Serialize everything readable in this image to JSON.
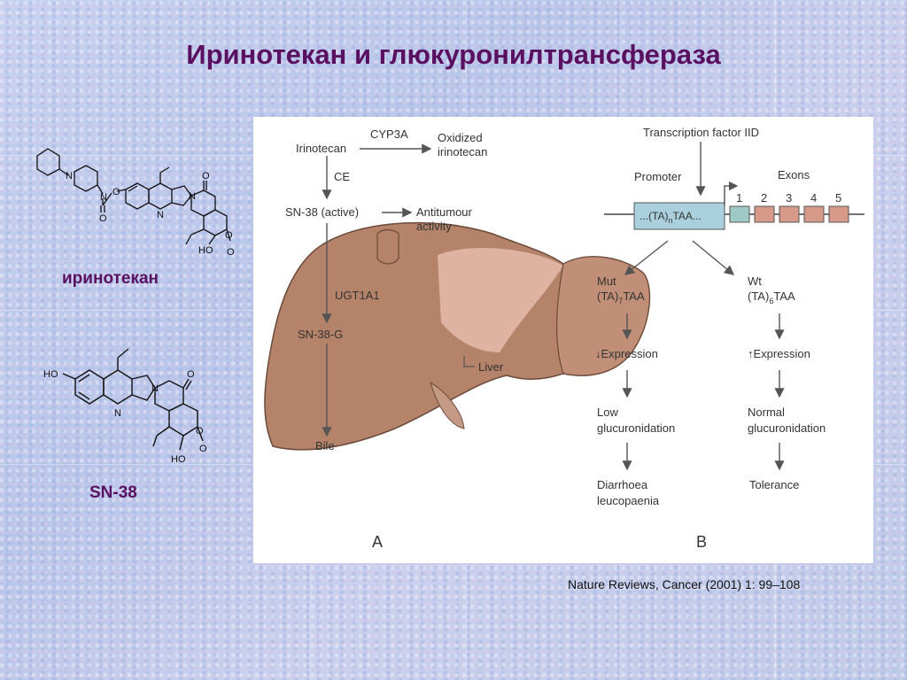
{
  "slide": {
    "title": "Иринотекан и глюкуронилтрансфераза",
    "credit": "Nature Reviews, Cancer (2001) 1: 99–108"
  },
  "molecules": {
    "irinotecan": {
      "label": "иринотекан",
      "atoms": {
        "n1": "N",
        "n2": "N",
        "o_ester": "O",
        "o_carbonyl": "O",
        "n_ring": "N",
        "n_lactam": "N",
        "o_lactam": "O",
        "o_ring": "O",
        "o_lactone": "O",
        "ho": "HO"
      }
    },
    "sn38": {
      "label": "SN-38",
      "atoms": {
        "ho_phenol": "HO",
        "n_ring": "N",
        "n_lactam": "N",
        "o_lactam": "O",
        "o_ring": "O",
        "o_lactone": "O",
        "ho": "HO"
      }
    }
  },
  "panel_a": {
    "letter": "A",
    "irinotecan": "Irinotecan",
    "cyp3a": "CYP3A",
    "oxidized": [
      "Oxidized",
      "irinotecan"
    ],
    "ce": "CE",
    "sn38": "SN-38 (active)",
    "antitumour": [
      "Antitumour",
      "activity"
    ],
    "ugt1a1": "UGT1A1",
    "sn38g": "SN-38-G",
    "bile": "Bile",
    "liver": "Liver"
  },
  "panel_b": {
    "letter": "B",
    "tf": "Transcription factor IID",
    "promoter": "Promoter",
    "exons": "Exons",
    "exon_numbers": [
      "1",
      "2",
      "3",
      "4",
      "5"
    ],
    "box_prefix": "...(TA)",
    "box_sub": "n",
    "box_suffix": "TAA...",
    "mut": {
      "label": "Mut",
      "pre": "(TA)",
      "sub": "7",
      "post": "TAA",
      "expression": "↓Expression",
      "gluc": [
        "Low",
        "glucuronidation"
      ],
      "outcome": [
        "Diarrhoea",
        "leucopaenia"
      ]
    },
    "wt": {
      "label": "Wt",
      "pre": "(TA)",
      "sub": "6",
      "post": "TAA",
      "expression": "↑Expression",
      "gluc": [
        "Normal",
        "glucuronidation"
      ],
      "outcome": [
        "Tolerance"
      ]
    }
  },
  "colors": {
    "title": "#5a1060",
    "liver": "#b5836a",
    "liver_light": "#e2b8a8",
    "promoter_box": "#aad0de",
    "exon_1": "#9ec9c6",
    "exon_other": "#d79a8a"
  }
}
